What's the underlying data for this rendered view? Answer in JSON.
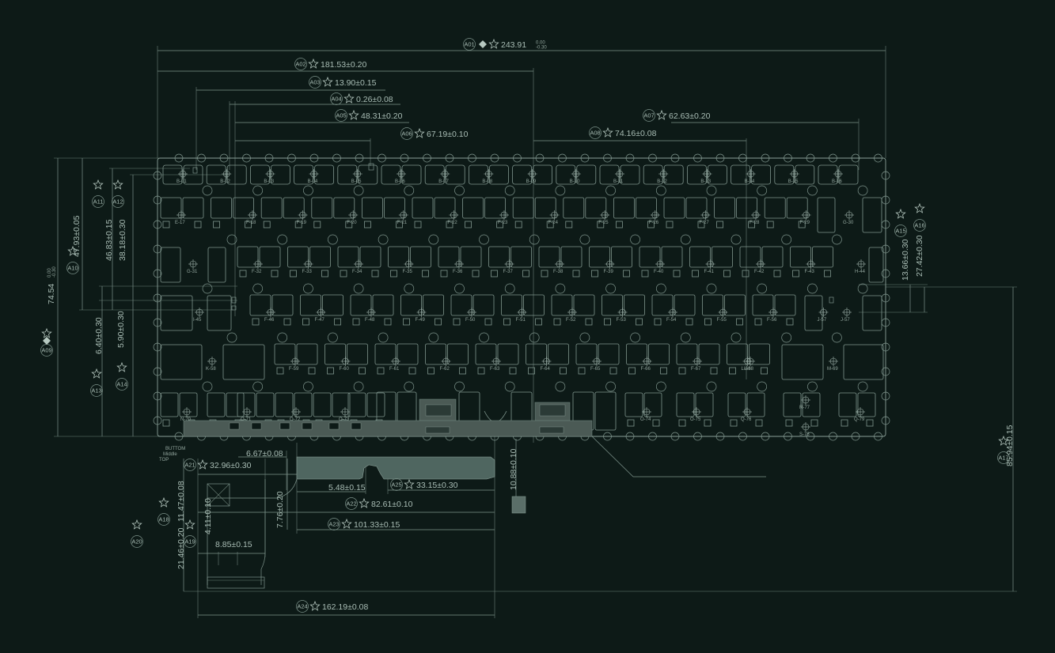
{
  "drawing": {
    "layer_labels": [
      "BUTTOM",
      "Middle",
      "TOP"
    ],
    "callouts": [
      {
        "id": "A01",
        "text": "243.91",
        "tol_upper": "0.00",
        "tol_lower": "-0.30"
      },
      {
        "id": "A02",
        "text": "181.53±0.20"
      },
      {
        "id": "A03",
        "text": "13.90±0.15"
      },
      {
        "id": "A04",
        "text": "0.26±0.08"
      },
      {
        "id": "A05",
        "text": "48.31±0.20"
      },
      {
        "id": "A06",
        "text": "67.19±0.10"
      },
      {
        "id": "A07",
        "text": "62.63±0.20"
      },
      {
        "id": "A08",
        "text": "74.16±0.08"
      },
      {
        "id": "A09",
        "text": "74.54",
        "tol_upper": "0.00",
        "tol_lower": "-0.30"
      },
      {
        "id": "A10",
        "text": "47.93±0.05"
      },
      {
        "id": "A11",
        "text": "46.83±0.15"
      },
      {
        "id": "A12",
        "text": "38.18±0.30"
      },
      {
        "id": "A13",
        "text": "6.40±0.30"
      },
      {
        "id": "A14",
        "text": "5.90±0.30"
      },
      {
        "id": "A15",
        "text": "13.66±0.30"
      },
      {
        "id": "A16",
        "text": "27.42±0.30"
      },
      {
        "id": "A17",
        "text": "85.94±0.15"
      },
      {
        "id": "A18",
        "text": "11.47±0.08"
      },
      {
        "id": "A19",
        "text": "4.11±0.10"
      },
      {
        "id": "A20",
        "text": "21.46±0.20"
      },
      {
        "id": "A21",
        "text": "32.96±0.30"
      },
      {
        "id": "A22",
        "text": "82.61±0.10"
      },
      {
        "id": "A23",
        "text": "101.33±0.15"
      },
      {
        "id": "A24",
        "text": "162.19±0.08"
      },
      {
        "id": "A25",
        "text": "33.15±0.30"
      }
    ],
    "extra_dims": {
      "d1": "6.67±0.08",
      "d2": "5.48±0.15",
      "d3": "7.76±0.20",
      "d4": "8.85±0.15",
      "d5": "10.88±0.10"
    },
    "key_labels": {
      "row1": [
        "B-01",
        "B-02",
        "B-03",
        "B-04",
        "B-05",
        "B-06",
        "B-07",
        "B-08",
        "B-09",
        "B-10",
        "B-11",
        "B-12",
        "B-13",
        "B-14",
        "B-15",
        "B-16"
      ],
      "row2": [
        "E-17",
        "F-18",
        "F-19",
        "F-20",
        "F-21",
        "F-22",
        "F-23",
        "F-24",
        "F-25",
        "F-26",
        "F-27",
        "F-28",
        "F-29",
        "G-30"
      ],
      "row3": [
        "G-31",
        "F-32",
        "F-33",
        "F-34",
        "F-35",
        "F-36",
        "F-37",
        "F-38",
        "F-39",
        "F-40",
        "F-41",
        "F-42",
        "F-43",
        "H-44"
      ],
      "row4": [
        "I-45",
        "F-46",
        "F-47",
        "F-48",
        "F-49",
        "F-50",
        "F-51",
        "F-52",
        "F-53",
        "F-54",
        "F-55",
        "F-56",
        "J-57"
      ],
      "row5": [
        "K-58",
        "F-59",
        "F-60",
        "F-61",
        "F-62",
        "F-63",
        "F-64",
        "F-65",
        "F-66",
        "F-67",
        "L-68",
        "M-69"
      ],
      "row6": [
        "N-70",
        "O-71",
        "O-72",
        "O-73",
        "O-74",
        "O-75",
        "Q-76",
        "R-77",
        "S-78",
        "Q-79"
      ]
    },
    "colors": {
      "background": "#0d1a17",
      "line": "#7e948c",
      "text": "#a9bdb5",
      "flex_fill": "#4f6660"
    }
  }
}
